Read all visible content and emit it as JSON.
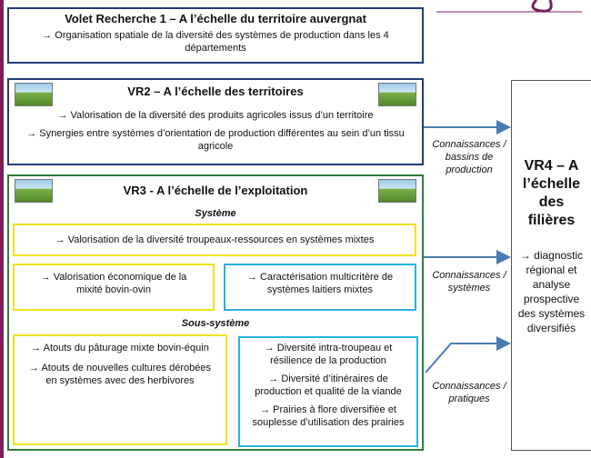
{
  "vr1": {
    "title": "Volet Recherche 1 – A l’échelle du territoire auvergnat",
    "text": "→ Organisation spatiale de la diversité des systèmes de production dans les 4 départements"
  },
  "vr2": {
    "title": "VR2 – A l’échelle des territoires",
    "line1": "→ Valorisation de la diversité des produits agricoles issus d’un territoire",
    "line2": "→ Synergies entre systèmes d’orientation de production différentes au sein d’un tissu agricole"
  },
  "vr3": {
    "title": "VR3 - A l’échelle de l’exploitation",
    "systeme_heading": "Système",
    "sys_box1": "→ Valorisation de la diversité troupeaux-ressources en systèmes mixtes",
    "sys_box2": "→ Valorisation économique de la mixité bovin-ovin",
    "sys_box3": "→ Caractérisation multicritère de systèmes laitiers mixtes",
    "sous_systeme_heading": "Sous-système",
    "ss_left1": "→ Atouts du pâturage mixte bovin-équin",
    "ss_left2": "→ Atouts de nouvelles cultures dérobées en systèmes avec des herbivores",
    "ss_right1": "→ Diversité intra-troupeau et résilience de la production",
    "ss_right2": "→ Diversité d’itinéraires de production et qualité de la viande",
    "ss_right3": "→ Prairies à flore diversifiée et souplesse d’utilisation des prairies"
  },
  "vr4": {
    "title": "VR4 – A l’échelle des filières",
    "text": "→ diagnostic régional et analyse prospective des systèmes diversifiés"
  },
  "labels": {
    "label1": "Connaissances / bassins de production",
    "label2": "Connaissances / systèmes",
    "label3": "Connaissances / pratiques"
  },
  "colors": {
    "navy": "#1f3c78",
    "green": "#2f7d3a",
    "yellow": "#f0e21f",
    "cyan": "#28b3e0",
    "arrow": "#4a7ab0",
    "maroon": "#7a1f5c"
  }
}
